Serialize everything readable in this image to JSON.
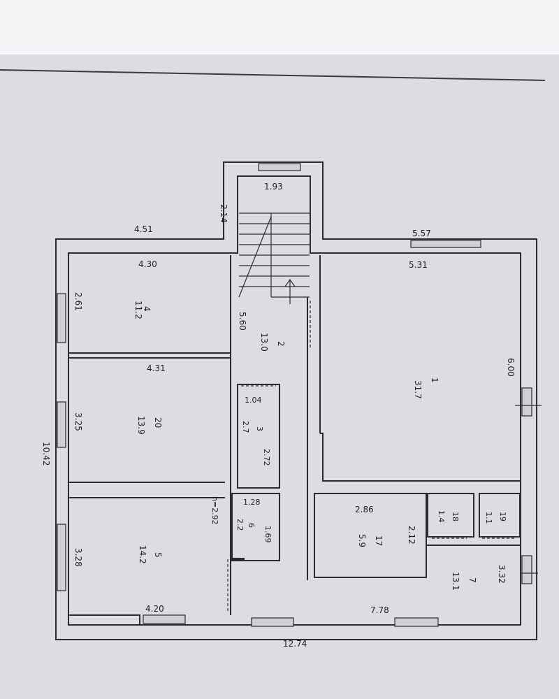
{
  "exterior_dims": {
    "left_top": "4.51",
    "stair_width": "1.93",
    "stair_depth": "2.14",
    "right_top": "5.57",
    "left_height": "10.42",
    "bottom_total": "12.74",
    "bottom_right": "7.78"
  },
  "rooms": [
    {
      "id": "room-4",
      "number": "4",
      "area": "11.2",
      "width": "4.30",
      "depth": "2.61"
    },
    {
      "id": "room-2",
      "number": "2",
      "area": "13.0",
      "length": "5.60"
    },
    {
      "id": "room-1",
      "number": "1",
      "area": "31.7",
      "width": "5.31",
      "depth": "6.00"
    },
    {
      "id": "room-20",
      "number": "20",
      "area": "13.9",
      "width": "4.31",
      "depth": "3.25"
    },
    {
      "id": "room-3",
      "number": "3",
      "area": "2.7",
      "width": "1.04",
      "depth": "2.72"
    },
    {
      "id": "room-6",
      "number": "6",
      "area": "2.2",
      "width": "1.28",
      "depth": "1.69"
    },
    {
      "id": "room-5",
      "number": "5",
      "area": "14.2",
      "width": "4.20",
      "depth": "3.28"
    },
    {
      "id": "room-17",
      "number": "17",
      "area": "5.9",
      "width": "2.86",
      "depth": "2.12"
    },
    {
      "id": "room-18",
      "number": "18",
      "area": "1.4"
    },
    {
      "id": "room-19",
      "number": "19",
      "area": "1.1"
    },
    {
      "id": "room-7",
      "number": "7",
      "area": "13.1",
      "depth": "3.32"
    }
  ],
  "notes": {
    "height_note": "h=2.92"
  }
}
